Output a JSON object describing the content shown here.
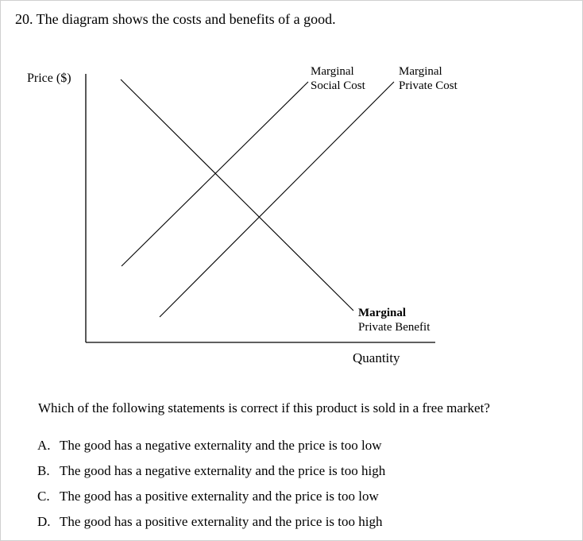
{
  "question": {
    "title": "20. The diagram shows the costs and benefits of a good.",
    "prompt": "Which of the following statements is correct if this product is sold in a free market?"
  },
  "diagram": {
    "y_axis_label": "Price ($)",
    "x_axis_label": "Quantity",
    "curves": {
      "msc": {
        "line1": "Marginal",
        "line2": "Social Cost"
      },
      "mpc": {
        "line1": "Marginal",
        "line2": "Private Cost"
      },
      "mpb": {
        "line1": "Marginal",
        "line2": "Private Benefit"
      }
    }
  },
  "options": [
    {
      "letter": "A.",
      "text": "The good has a negative externality and the price is too low"
    },
    {
      "letter": "B.",
      "text": "The good has a negative externality and the price is too high"
    },
    {
      "letter": "C.",
      "text": "The good has a positive externality and the price is too low"
    },
    {
      "letter": "D.",
      "text": "The good has a positive externality and the price is too high"
    }
  ]
}
